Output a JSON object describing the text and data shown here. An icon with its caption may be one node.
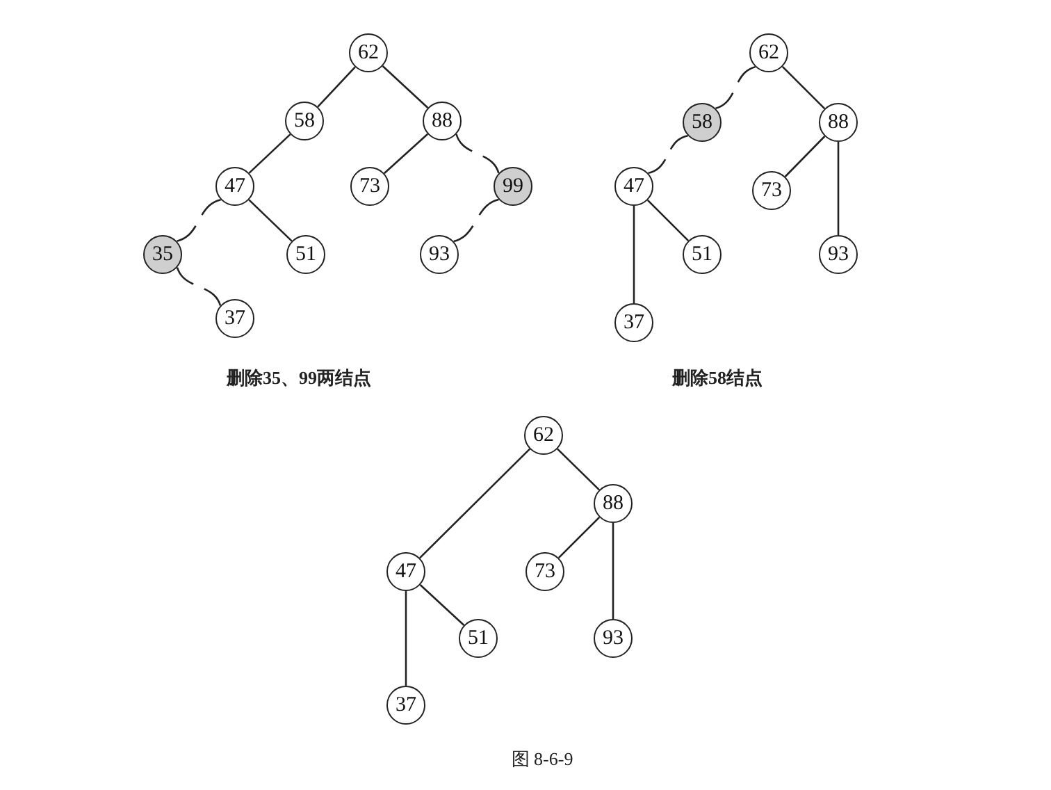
{
  "diagram": {
    "caption": "图 8-6-9",
    "nodes": [
      {
        "text": [
          "62"
        ]
      },
      {
        "text": [
          "58"
        ]
      },
      {
        "text": [
          "88"
        ]
      },
      {
        "text": [
          "47"
        ]
      },
      {
        "text": [
          "73"
        ]
      },
      {
        "text": [
          "99"
        ]
      },
      {
        "text": [
          "35"
        ]
      },
      {
        "text": [
          "51"
        ]
      },
      {
        "text": [
          "93"
        ]
      },
      {
        "text": [
          "37"
        ]
      },
      {
        "text": [
          "62"
        ]
      },
      {
        "text": [
          "58"
        ]
      },
      {
        "text": [
          "88"
        ]
      },
      {
        "text": [
          "47"
        ]
      },
      {
        "text": [
          "73"
        ]
      },
      {
        "text": [
          "51"
        ]
      },
      {
        "text": [
          "93"
        ]
      },
      {
        "text": [
          "37"
        ]
      },
      {
        "text": [
          "62"
        ]
      },
      {
        "text": [
          "88"
        ]
      },
      {
        "text": [
          "47"
        ]
      },
      {
        "text": [
          "73"
        ]
      },
      {
        "text": [
          "51"
        ]
      },
      {
        "text": [
          "93"
        ]
      },
      {
        "text": [
          "37"
        ]
      }
    ],
    "edges": [
      {
        "from": 0,
        "to": 1,
        "arrow": "none"
      },
      {
        "from": 0,
        "to": 2,
        "arrow": "none"
      },
      {
        "from": 1,
        "to": 3,
        "arrow": "none"
      },
      {
        "from": 2,
        "to": 4,
        "arrow": "none"
      },
      {
        "from": 2,
        "to": 5,
        "arrow": "none",
        "style": "dashed"
      },
      {
        "from": 3,
        "to": 6,
        "arrow": "none",
        "style": "dashed"
      },
      {
        "from": 3,
        "to": 7,
        "arrow": "none"
      },
      {
        "from": 5,
        "to": 8,
        "arrow": "none",
        "style": "dashed"
      },
      {
        "from": 6,
        "to": 9,
        "arrow": "none",
        "style": "dashed"
      },
      {
        "from": 10,
        "to": 11,
        "arrow": "none",
        "style": "dashed"
      },
      {
        "from": 10,
        "to": 12,
        "arrow": "none"
      },
      {
        "from": 11,
        "to": 13,
        "arrow": "none",
        "style": "dashed"
      },
      {
        "from": 12,
        "to": 14,
        "arrow": "none"
      },
      {
        "from": 12,
        "to": 16,
        "arrow": "none"
      },
      {
        "from": 13,
        "to": 15,
        "arrow": "none"
      },
      {
        "from": 13,
        "to": 17,
        "arrow": "none"
      },
      {
        "from": 18,
        "to": 20,
        "arrow": "none"
      },
      {
        "from": 18,
        "to": 19,
        "arrow": "none"
      },
      {
        "from": 19,
        "to": 21,
        "arrow": "none"
      },
      {
        "from": 19,
        "to": 23,
        "arrow": "none"
      },
      {
        "from": 20,
        "to": 22,
        "arrow": "none"
      },
      {
        "from": 20,
        "to": 24,
        "arrow": "none"
      }
    ],
    "labels": [
      "删除35、99两结点",
      "删除58结点"
    ]
  }
}
